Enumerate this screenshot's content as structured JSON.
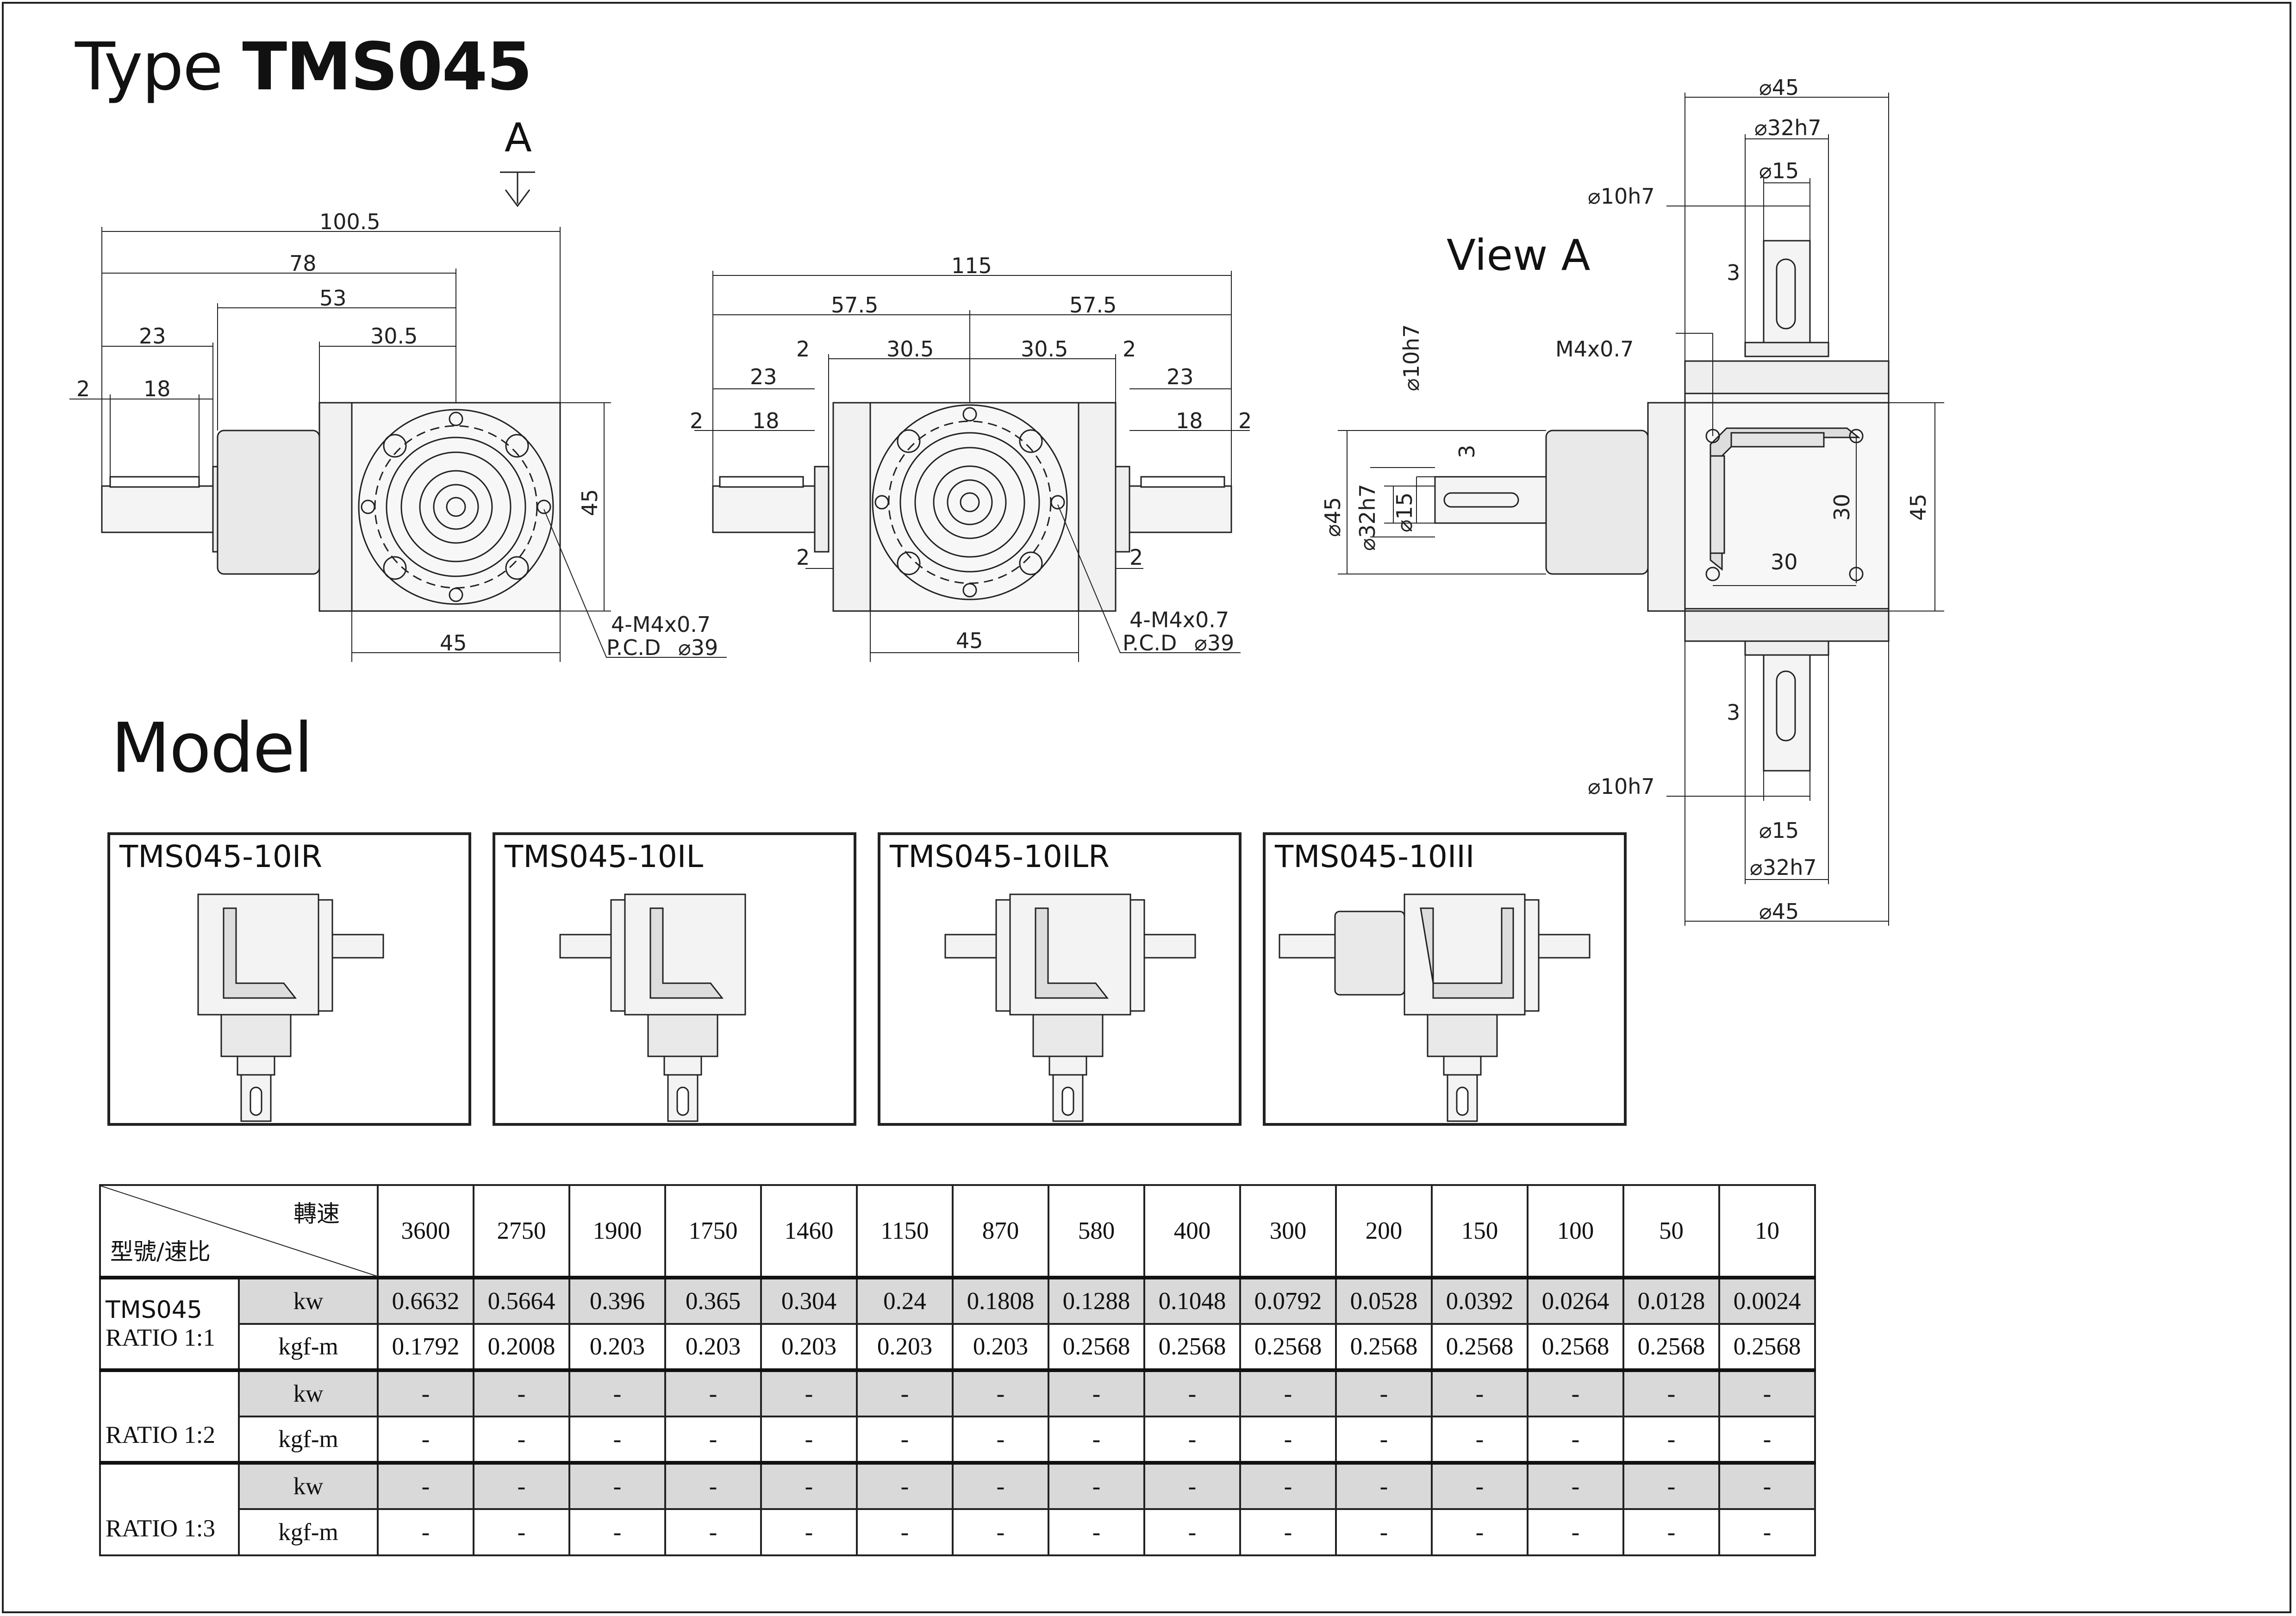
{
  "title": {
    "type_word": "Type",
    "model": "TMS045"
  },
  "view_a_label": "View A",
  "arrow_letter": "A",
  "model_heading": "Model",
  "drawing1": {
    "dims": [
      "100.5",
      "78",
      "53",
      "23",
      "30.5",
      "2",
      "18",
      "45",
      "45"
    ],
    "note_thread": "4-M4x0.7",
    "note_pcd": "P.C.D",
    "note_pcd_val": "⌀39"
  },
  "drawing2": {
    "dims": [
      "115",
      "57.5",
      "57.5",
      "23",
      "23",
      "2",
      "30.5",
      "30.5",
      "2",
      "2",
      "18",
      "18",
      "2",
      "2",
      "2",
      "45"
    ],
    "note_thread": "4-M4x0.7",
    "note_pcd": "P.C.D",
    "note_pcd_val": "⌀39"
  },
  "drawing3": {
    "dims_top": [
      "⌀45",
      "⌀32h7",
      "⌀15",
      "⌀10h7",
      "3"
    ],
    "dims_left": [
      "⌀10h7",
      "3",
      "⌀45",
      "⌀32h7",
      "⌀15"
    ],
    "thread": "M4x0.7",
    "dims_right": [
      "30",
      "45",
      "30"
    ],
    "dims_bottom": [
      "3",
      "⌀10h7",
      "⌀15",
      "⌀32h7",
      "⌀45"
    ]
  },
  "models": [
    {
      "label": "TMS045-10IR"
    },
    {
      "label": "TMS045-10IL"
    },
    {
      "label": "TMS045-10ILR"
    },
    {
      "label": "TMS045-10III"
    }
  ],
  "table": {
    "corner_top": "轉速",
    "corner_bottom": "型號/速比",
    "speeds": [
      "3600",
      "2750",
      "1900",
      "1750",
      "1460",
      "1150",
      "870",
      "580",
      "400",
      "300",
      "200",
      "150",
      "100",
      "50",
      "10"
    ],
    "groups": [
      {
        "model": "TMS045",
        "ratio": "RATIO 1:1",
        "rows": [
          {
            "unit": "kw",
            "values": [
              "0.6632",
              "0.5664",
              "0.396",
              "0.365",
              "0.304",
              "0.24",
              "0.1808",
              "0.1288",
              "0.1048",
              "0.0792",
              "0.0528",
              "0.0392",
              "0.0264",
              "0.0128",
              "0.0024"
            ]
          },
          {
            "unit": "kgf-m",
            "values": [
              "0.1792",
              "0.2008",
              "0.203",
              "0.203",
              "0.203",
              "0.203",
              "0.203",
              "0.2568",
              "0.2568",
              "0.2568",
              "0.2568",
              "0.2568",
              "0.2568",
              "0.2568",
              "0.2568"
            ]
          }
        ]
      },
      {
        "model": "",
        "ratio": "RATIO 1:2",
        "rows": [
          {
            "unit": "kw",
            "values": [
              "-",
              "-",
              "-",
              "-",
              "-",
              "-",
              "-",
              "-",
              "-",
              "-",
              "-",
              "-",
              "-",
              "-",
              "-"
            ]
          },
          {
            "unit": "kgf-m",
            "values": [
              "-",
              "-",
              "-",
              "-",
              "-",
              "-",
              "-",
              "-",
              "-",
              "-",
              "-",
              "-",
              "-",
              "-",
              "-"
            ]
          }
        ]
      },
      {
        "model": "",
        "ratio": "RATIO 1:3",
        "rows": [
          {
            "unit": "kw",
            "values": [
              "-",
              "-",
              "-",
              "-",
              "-",
              "-",
              "-",
              "-",
              "-",
              "-",
              "-",
              "-",
              "-",
              "-",
              "-"
            ]
          },
          {
            "unit": "kgf-m",
            "values": [
              "-",
              "-",
              "-",
              "-",
              "-",
              "-",
              "-",
              "-",
              "-",
              "-",
              "-",
              "-",
              "-",
              "-",
              "-"
            ]
          }
        ]
      }
    ]
  }
}
